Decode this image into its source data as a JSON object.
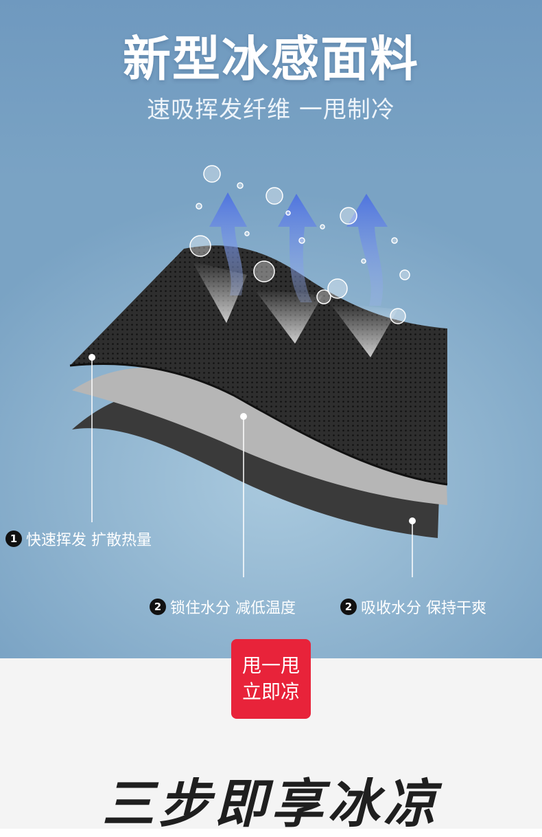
{
  "hero": {
    "title": "新型冰感面料",
    "subtitle": "速吸挥发纤维 一甩制冷"
  },
  "labels": [
    {
      "num": "1",
      "text": "快速挥发 扩散热量"
    },
    {
      "num": "2",
      "text": "锁住水分 减低温度"
    },
    {
      "num": "2",
      "text": "吸收水分 保持干爽"
    }
  ],
  "badge": {
    "line1": "甩一甩",
    "line2": "立即凉"
  },
  "section_title": "三步即享冰凉",
  "colors": {
    "accent_red": "#e8233a",
    "fabric_dark": "#2a2a2a",
    "fabric_grey": "#b3b3b3",
    "arrow_blue": "#5b7fe0"
  }
}
